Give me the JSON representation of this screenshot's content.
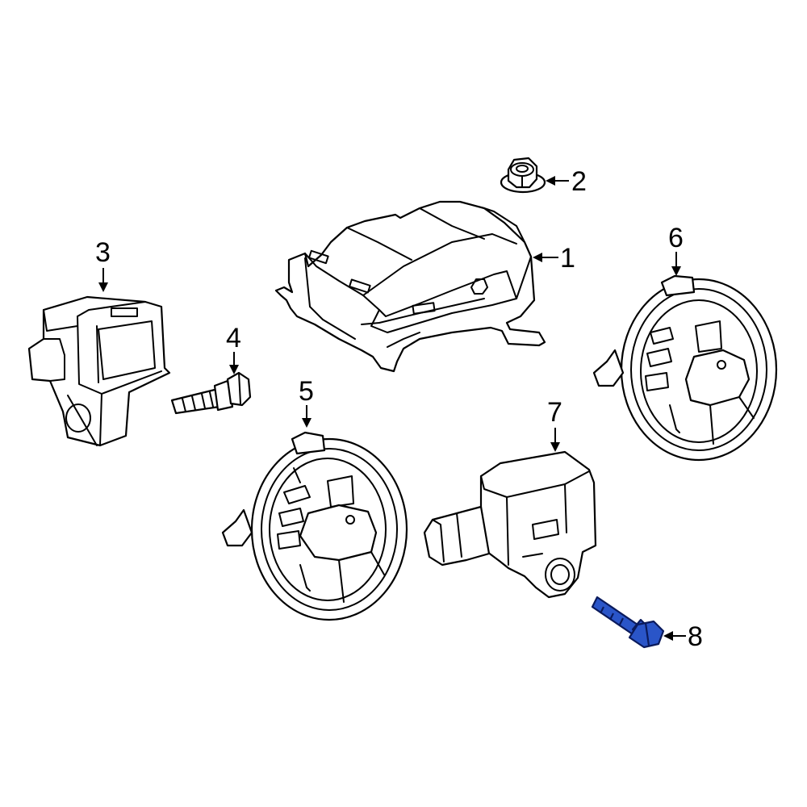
{
  "diagram": {
    "highlight_color": "#2a55c8",
    "line_color": "#000000",
    "callouts": [
      {
        "id": "1",
        "label": "1"
      },
      {
        "id": "2",
        "label": "2"
      },
      {
        "id": "3",
        "label": "3"
      },
      {
        "id": "4",
        "label": "4"
      },
      {
        "id": "5",
        "label": "5"
      },
      {
        "id": "6",
        "label": "6"
      },
      {
        "id": "7",
        "label": "7"
      },
      {
        "id": "8",
        "label": "8"
      }
    ],
    "highlighted_part": "8"
  }
}
